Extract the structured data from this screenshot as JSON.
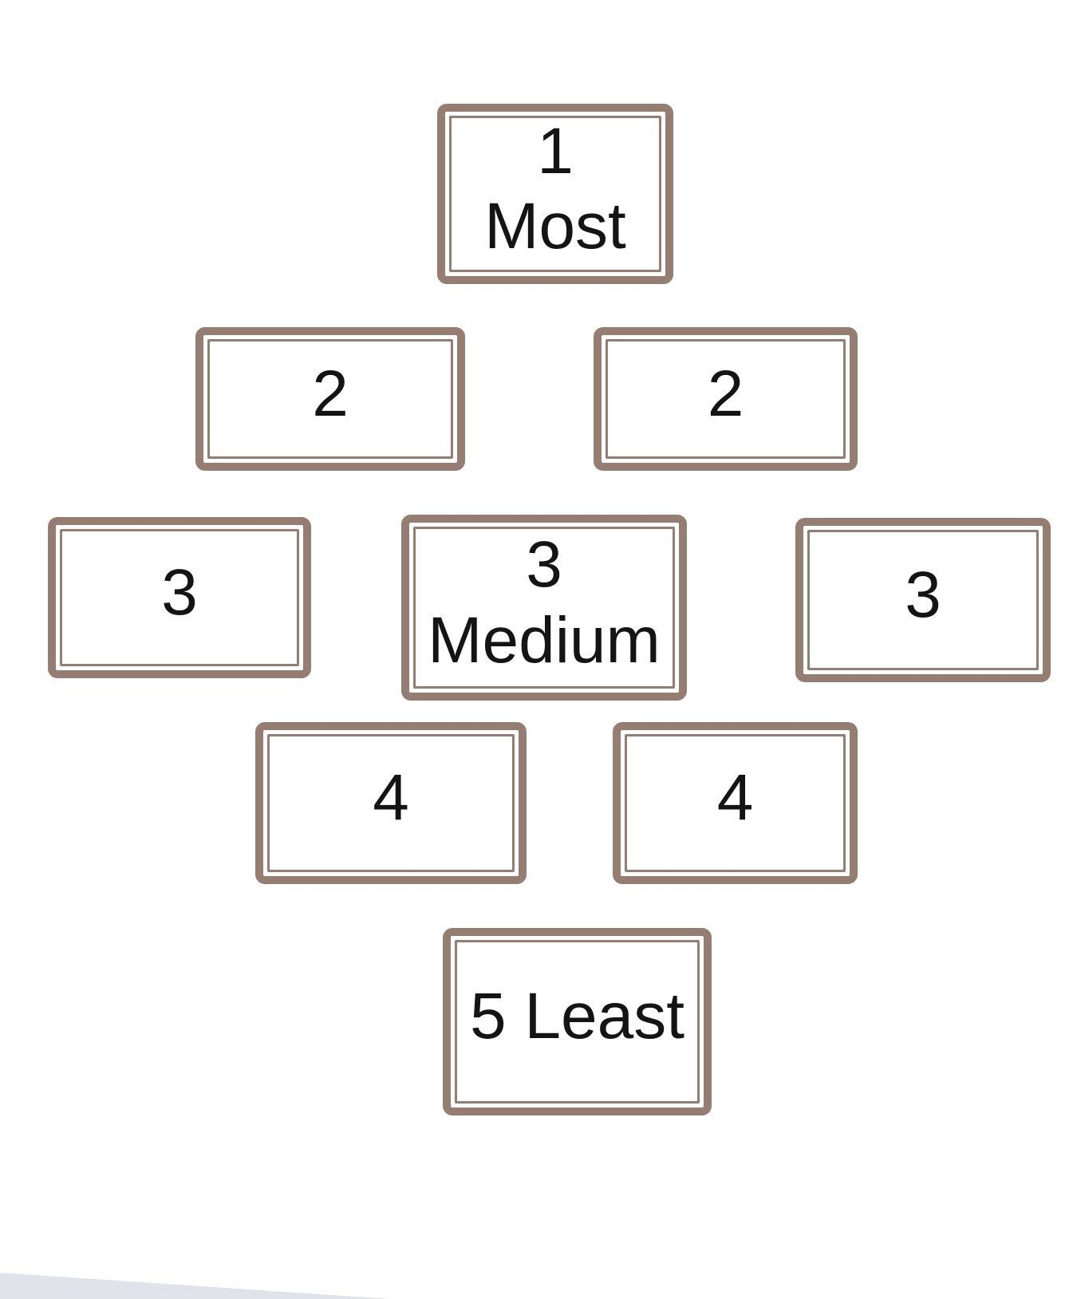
{
  "diagram": {
    "boxes": [
      {
        "id": "rank-1",
        "lines": [
          "1",
          "Most"
        ]
      },
      {
        "id": "rank-2-left",
        "lines": [
          "2"
        ]
      },
      {
        "id": "rank-2-right",
        "lines": [
          "2"
        ]
      },
      {
        "id": "rank-3-left",
        "lines": [
          "3"
        ]
      },
      {
        "id": "rank-3-center",
        "lines": [
          "3",
          "Medium"
        ]
      },
      {
        "id": "rank-3-right",
        "lines": [
          "3"
        ]
      },
      {
        "id": "rank-4-left",
        "lines": [
          "4"
        ]
      },
      {
        "id": "rank-4-right",
        "lines": [
          "4"
        ]
      },
      {
        "id": "rank-5",
        "lines": [
          "5 Least"
        ]
      }
    ],
    "colors": {
      "box_border": "#957d71",
      "box_fill": "#ffffff",
      "text": "#141414",
      "corner_wedge": "#e1e3eb",
      "background": "#ffffff"
    }
  }
}
